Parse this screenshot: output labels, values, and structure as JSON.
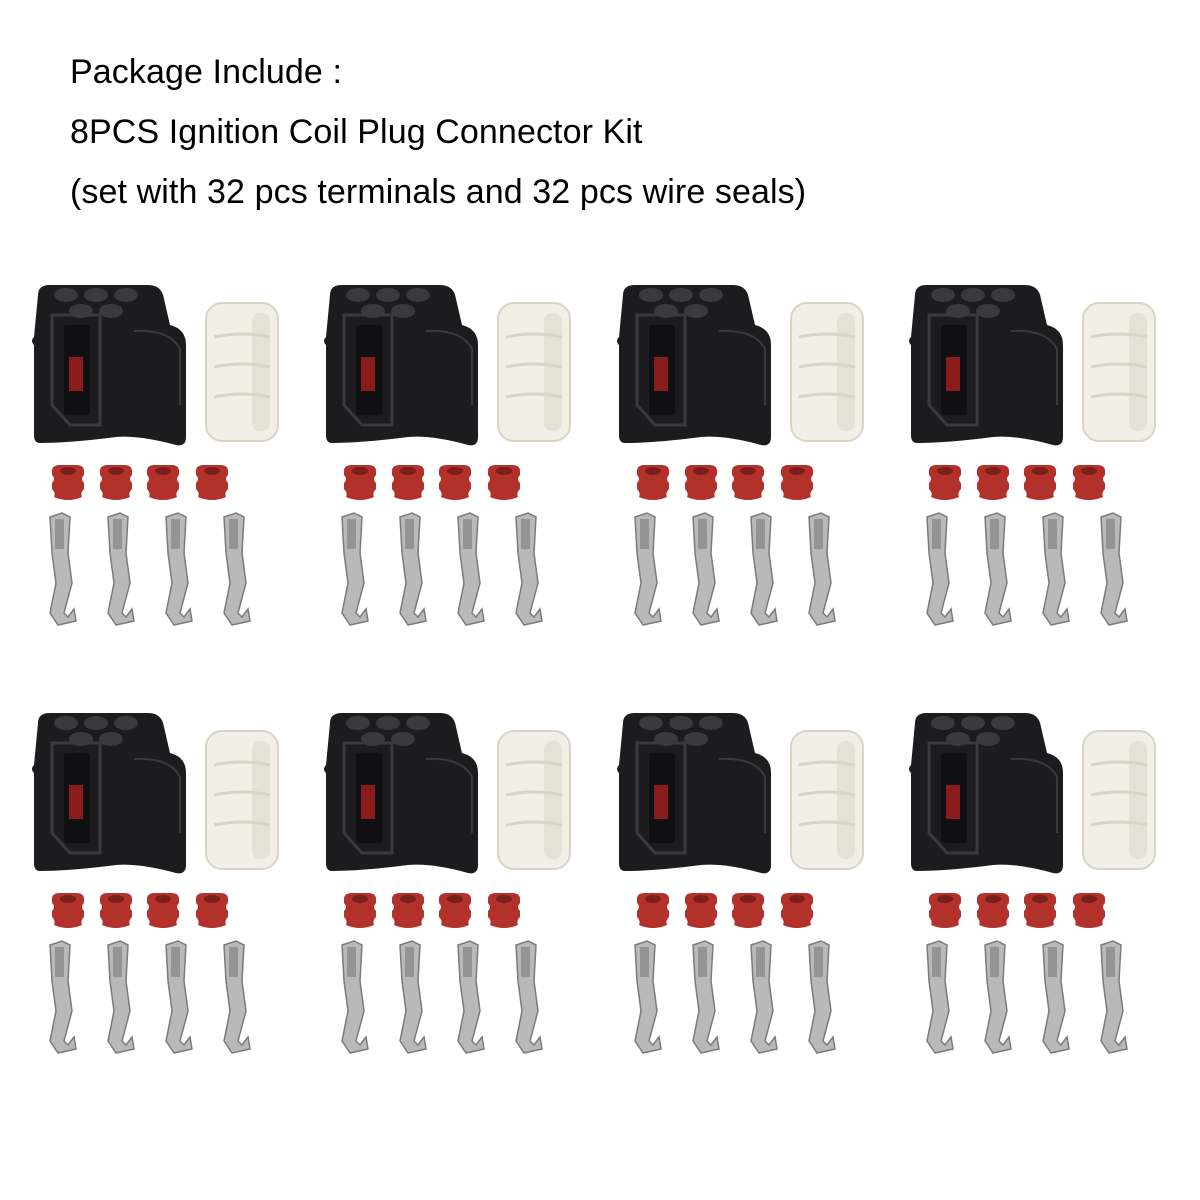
{
  "caption": {
    "line1": "Package Include :",
    "line2": "8PCS Ignition Coil Plug Connector Kit",
    "line3": "(set with 32 pcs terminals and 32 pcs wire seals)"
  },
  "kits": [
    {
      "housing": "black-connector-housing",
      "insert": "white-terminal-insert",
      "seals": 4,
      "terminals": 4
    },
    {
      "housing": "black-connector-housing",
      "insert": "white-terminal-insert",
      "seals": 4,
      "terminals": 4
    },
    {
      "housing": "black-connector-housing",
      "insert": "white-terminal-insert",
      "seals": 4,
      "terminals": 4
    },
    {
      "housing": "black-connector-housing",
      "insert": "white-terminal-insert",
      "seals": 4,
      "terminals": 4
    },
    {
      "housing": "black-connector-housing",
      "insert": "white-terminal-insert",
      "seals": 4,
      "terminals": 4
    },
    {
      "housing": "black-connector-housing",
      "insert": "white-terminal-insert",
      "seals": 4,
      "terminals": 4
    },
    {
      "housing": "black-connector-housing",
      "insert": "white-terminal-insert",
      "seals": 4,
      "terminals": 4
    },
    {
      "housing": "black-connector-housing",
      "insert": "white-terminal-insert",
      "seals": 4,
      "terminals": 4
    }
  ],
  "colors": {
    "background": "#ffffff",
    "housing": "#1c1c1e",
    "housing_highlight": "#3a3a3d",
    "latch_window": "#8a1c1c",
    "insert": "#f1efe6",
    "insert_shadow": "#d8d4c6",
    "seal": "#b3312b",
    "seal_dark": "#7e1e1a",
    "terminal": "#b9b9b9",
    "terminal_dark": "#7b7b7b"
  }
}
